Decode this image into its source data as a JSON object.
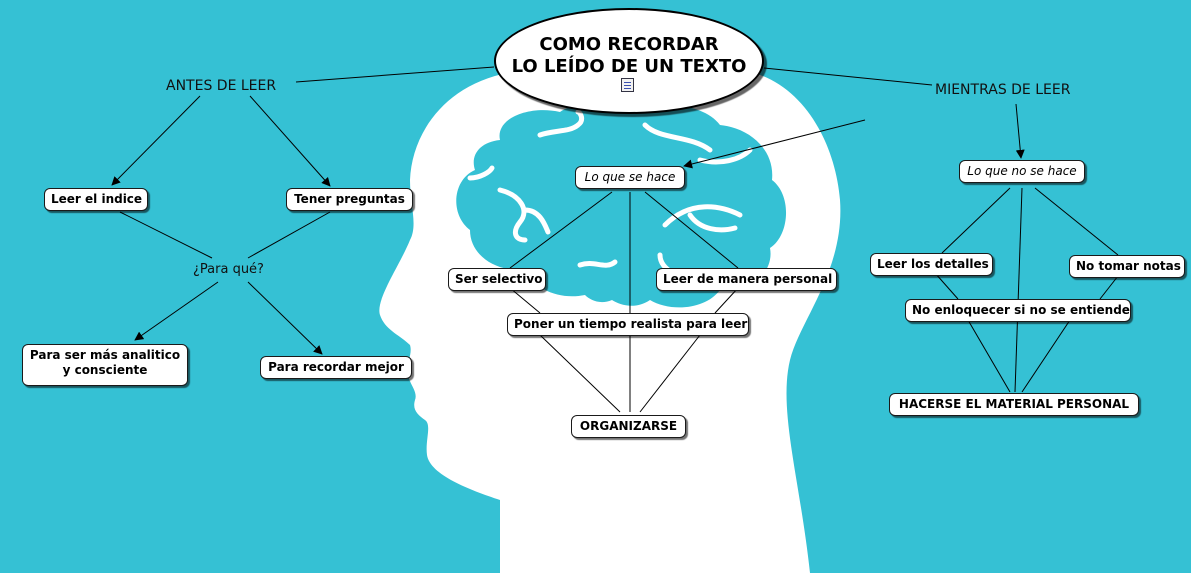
{
  "title": {
    "line1": "COMO RECORDAR",
    "line2": "LO LEÍDO DE UN TEXTO",
    "icon": "document-icon"
  },
  "colors": {
    "background": "#35c1d4",
    "head": "#ffffff",
    "node_border": "#1a1a1a"
  },
  "left": {
    "heading": "ANTES DE LEER",
    "items": [
      "Leer el indice",
      "Tener preguntas"
    ],
    "question": "¿Para qué?",
    "purposes": [
      "Para ser más analitico y consciente",
      "Para recordar mejor"
    ]
  },
  "right": {
    "heading": "MIENTRAS DE LEER",
    "do": {
      "label": "Lo que se hace",
      "items": [
        "Ser selectivo",
        "Leer de manera personal",
        "Poner un tiempo realista para leer"
      ],
      "result": "ORGANIZARSE"
    },
    "dont": {
      "label": "Lo que no se hace",
      "items": [
        "Leer los detalles",
        "No tomar notas",
        "No enloquecer si no se entiende"
      ],
      "result": "HACERSE EL MATERIAL PERSONAL"
    }
  }
}
